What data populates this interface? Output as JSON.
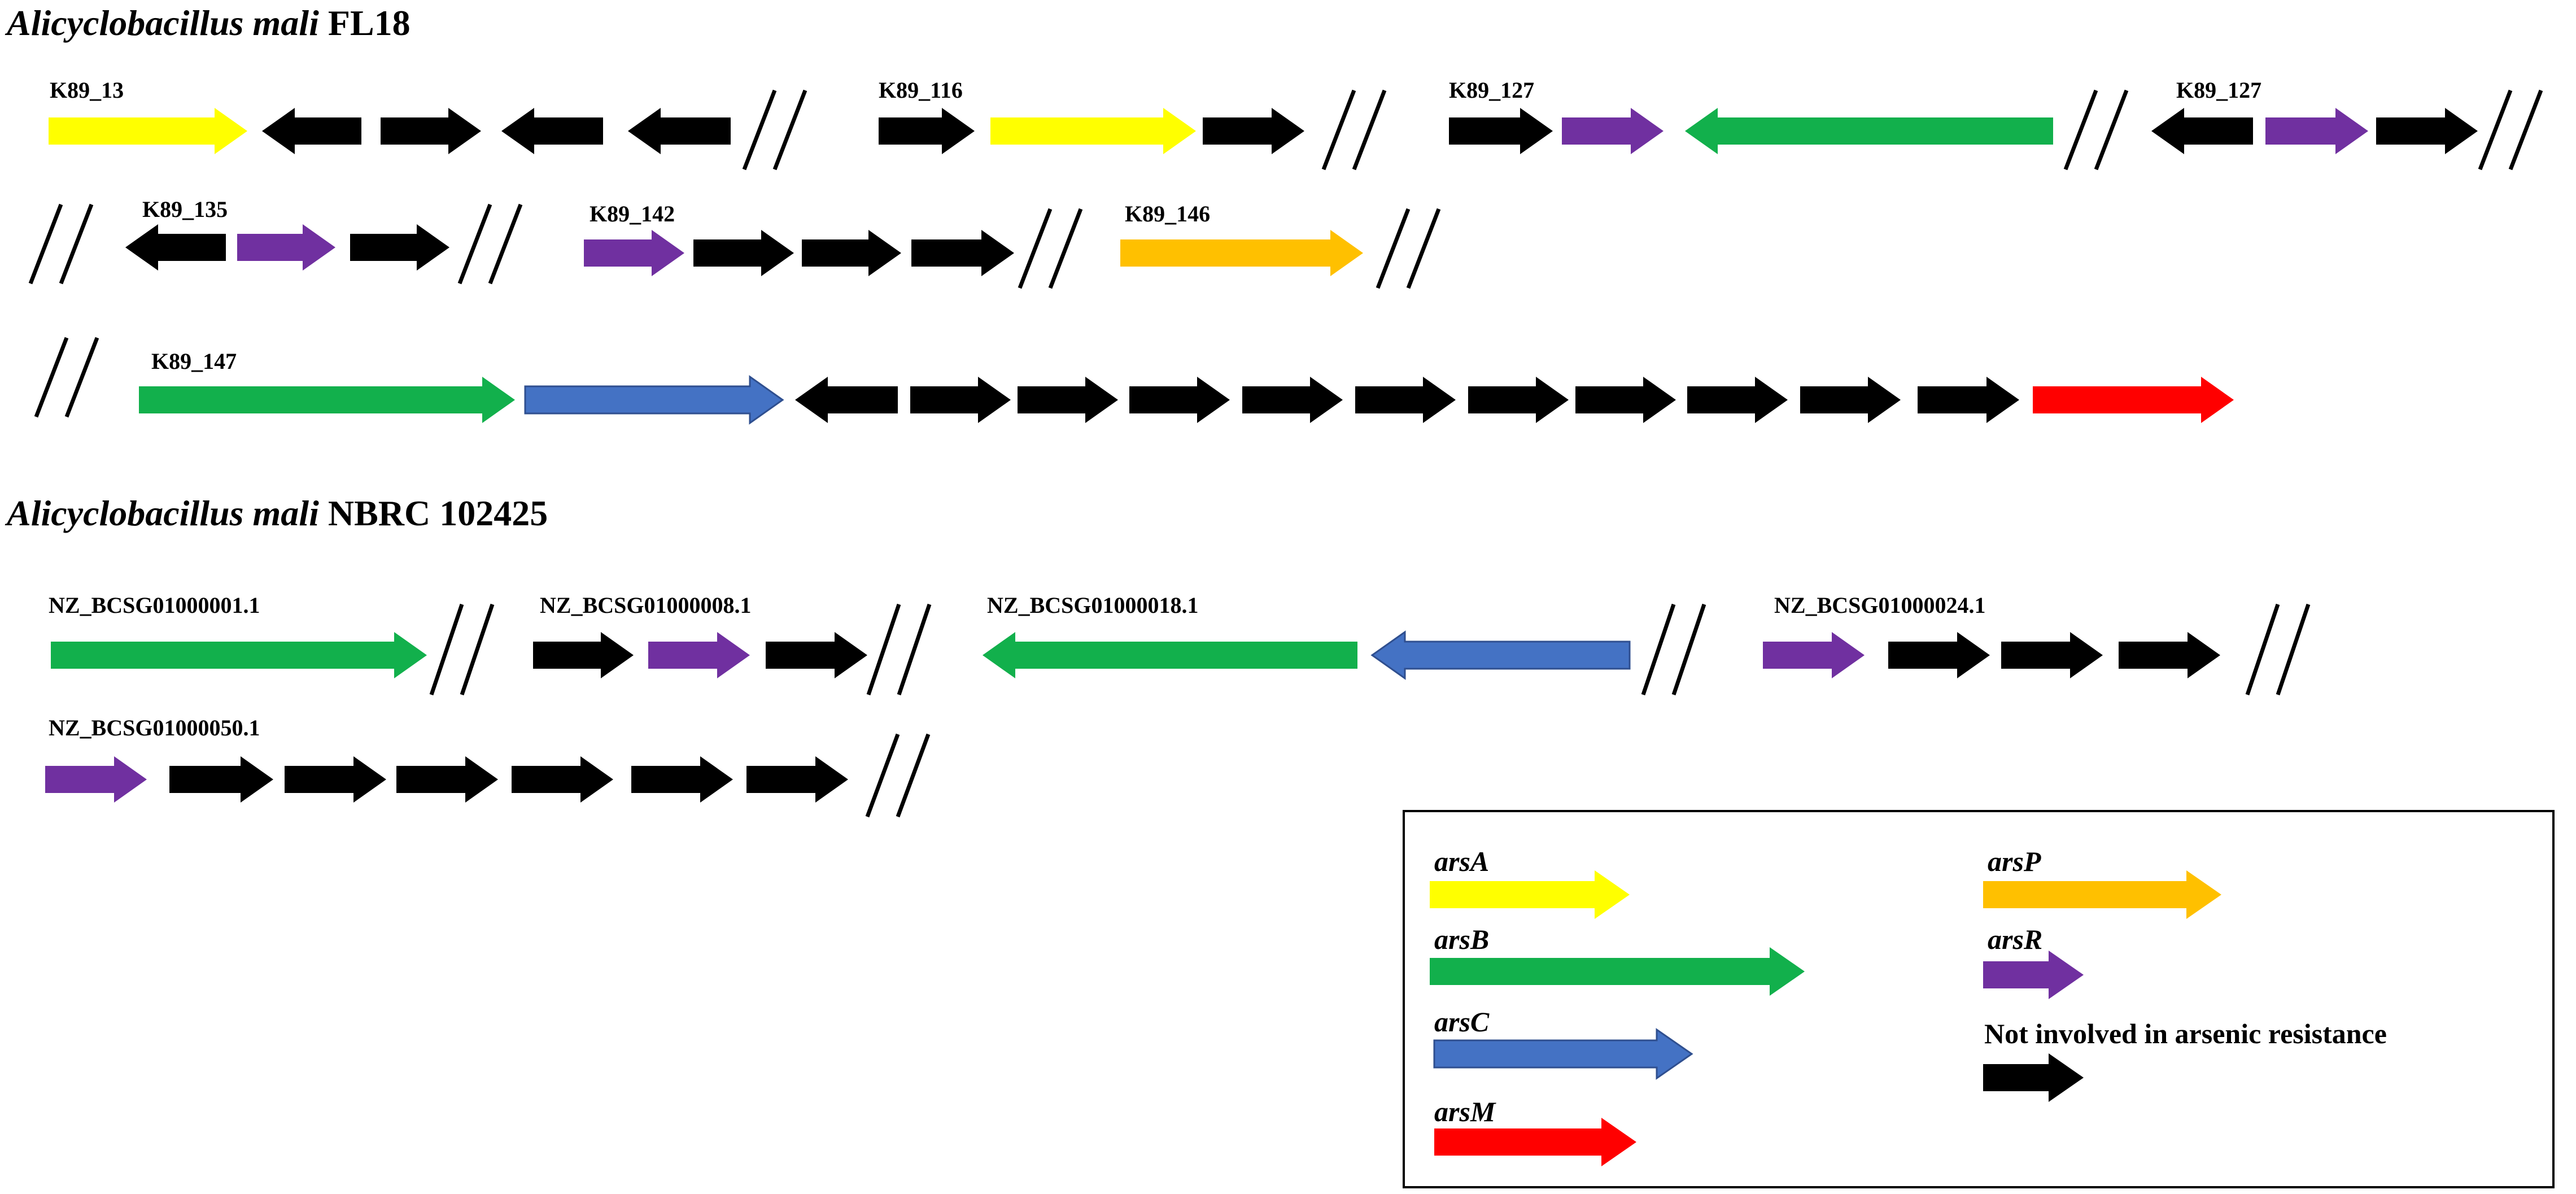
{
  "colors": {
    "arsA": "#ffff00",
    "arsB": "#12b04c",
    "arsC": "#4472c4",
    "arsM": "#ff0000",
    "arsP": "#ffc000",
    "arsR": "#7030a0",
    "other": "#000000"
  },
  "panels": [
    {
      "species": "Alicyclobacillus mali",
      "strain": "FL18",
      "contigs": [
        "K89_13",
        "K89_116",
        "K89_127",
        "K89_127",
        "K89_135",
        "K89_142",
        "K89_146",
        "K89_147"
      ],
      "gene_order": [
        [
          "arsA",
          "other(rev)",
          "other",
          "other(rev)",
          "other(rev)"
        ],
        [
          "other",
          "arsA",
          "other"
        ],
        [
          "other",
          "arsR",
          "arsB(rev)"
        ],
        [
          "other(rev)",
          "arsR",
          "other"
        ],
        [
          "other(rev)",
          "arsR",
          "other"
        ],
        [
          "arsR",
          "other",
          "other",
          "other"
        ],
        [
          "arsP"
        ],
        [
          "arsB",
          "arsC",
          "other(rev)",
          "other",
          "other",
          "other",
          "other",
          "other",
          "other",
          "other",
          "other",
          "other",
          "other",
          "arsM"
        ]
      ]
    },
    {
      "species": "Alicyclobacillus mali",
      "strain": "NBRC 102425",
      "contigs": [
        "NZ_BCSG01000001.1",
        "NZ_BCSG01000008.1",
        "NZ_BCSG01000018.1",
        "NZ_BCSG01000024.1",
        "NZ_BCSG01000050.1"
      ],
      "gene_order": [
        [
          "arsB"
        ],
        [
          "other",
          "arsR",
          "other"
        ],
        [
          "arsB(rev)",
          "arsC(rev)"
        ],
        [
          "arsR",
          "other",
          "other",
          "other"
        ],
        [
          "arsR",
          "other",
          "other",
          "other",
          "other",
          "other",
          "other"
        ]
      ]
    }
  ],
  "legend": {
    "items": [
      {
        "label": "arsA",
        "key": "arsA"
      },
      {
        "label": "arsB",
        "key": "arsB"
      },
      {
        "label": "arsC",
        "key": "arsC"
      },
      {
        "label": "arsM",
        "key": "arsM"
      },
      {
        "label": "arsP",
        "key": "arsP"
      },
      {
        "label": "arsR",
        "key": "arsR"
      }
    ],
    "other_label": "Not involved in arsenic resistance"
  }
}
